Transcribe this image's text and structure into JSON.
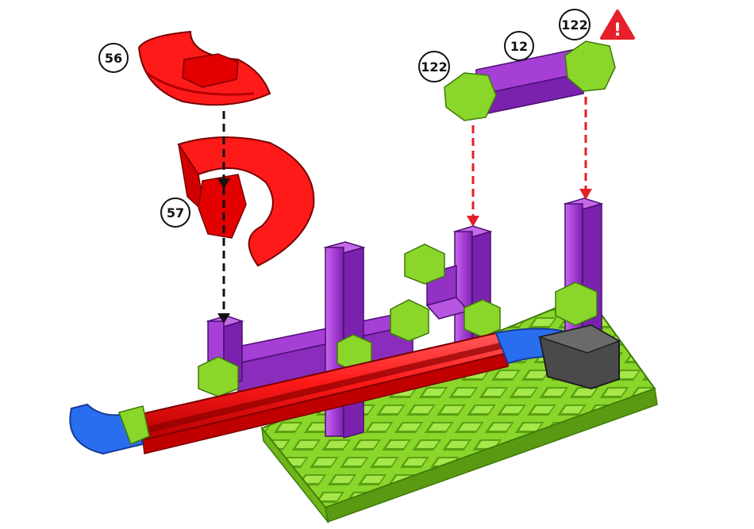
{
  "labels": {
    "spiral_top": "56",
    "spiral_bottom": "57",
    "connector_left": "122",
    "tube": "12",
    "connector_right": "122"
  },
  "warning": {
    "icon": "warning-triangle-icon",
    "symbol": "!"
  },
  "colors": {
    "green": "#8ad62b",
    "green_dark": "#5a9a12",
    "purple": "#a63fd6",
    "purple_dark": "#6f1f9c",
    "red": "#ff1a1a",
    "red_dark": "#b30000",
    "blue": "#2a6ef0",
    "blue_dark": "#163c9a",
    "gray": "#4a4a4a",
    "warning_red": "#e5202a",
    "arrow_red": "#e21f26",
    "arrow_black": "#111111"
  }
}
